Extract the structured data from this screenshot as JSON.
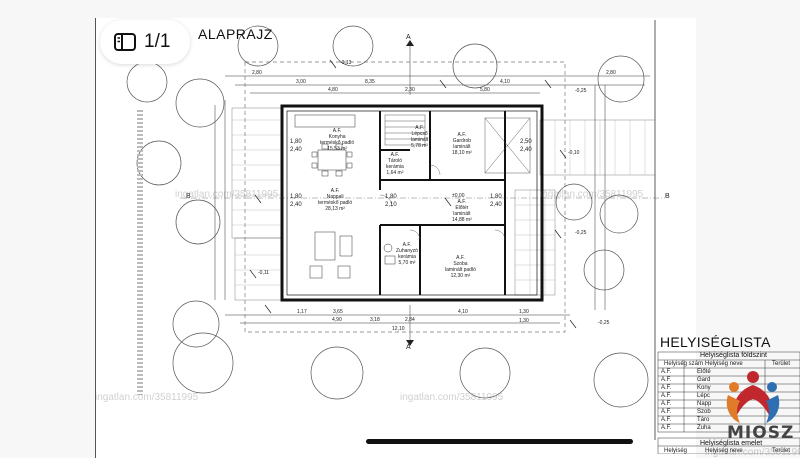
{
  "viewer": {
    "page_indicator": "1/1",
    "page_icon": "page-view-icon"
  },
  "drawing": {
    "title": "ALAPRAJZ",
    "section_marks": [
      "A",
      "A",
      "B",
      "B"
    ],
    "rooms": [
      {
        "code": "A.F.",
        "name": "Konyha\nterméskő padló",
        "area": "15,53 m²"
      },
      {
        "code": "A.F.",
        "name": "Lépcső\nlaminált",
        "area": "5,78 m²"
      },
      {
        "code": "A.F.",
        "name": "Gardrob\nlaminált",
        "area": "18,10 m²"
      },
      {
        "code": "A.F.",
        "name": "Tároló\nkerámia",
        "area": "1,64 m²"
      },
      {
        "code": "A.F.",
        "name": "Nappali\nterméskő padló",
        "area": "28,13 m²"
      },
      {
        "code": "A.F.",
        "name": "Előtér\nlaminált",
        "area": "14,88 m²"
      },
      {
        "code": "A.F.",
        "name": "Zuhanyzó\nkerámia",
        "area": "5,70 m²"
      },
      {
        "code": "A.F.",
        "name": "Szoba\nlaminált padló",
        "area": "12,30 m²"
      }
    ],
    "dimensions_top": [
      "2,80",
      "3,00",
      "4,80",
      "2,30",
      "5,80",
      "4,10",
      "2,80",
      "8,35"
    ],
    "dimensions_bottom": [
      "1,17",
      "3,65",
      "3,18",
      "2,84",
      "4,10",
      "1,30",
      "1,30",
      "12,10",
      "4,90"
    ],
    "door_labels": [
      "1,80\n2,40",
      "1,80\n2,40",
      "1,80\n2,10",
      "1,80\n2,40",
      "2,50\n2,40"
    ],
    "levels": [
      "-0,13",
      "-0,25",
      "-0,10",
      "-0,25",
      "-0,11",
      "-0,25",
      "±0,00"
    ]
  },
  "room_schedule": {
    "heading": "HELYISÉGLISTA",
    "ground_floor_title": "Helyiséglista földszint",
    "upper_floor_title": "Helyiséglista emelet",
    "columns": [
      "Helyiség szám",
      "Helyiség neve",
      "Terület"
    ],
    "rows": [
      {
        "code": "A.F.",
        "name": "Előté"
      },
      {
        "code": "A.F.",
        "name": "Gard"
      },
      {
        "code": "A.F.",
        "name": "Kony"
      },
      {
        "code": "A.F.",
        "name": "Lépc"
      },
      {
        "code": "A.F.",
        "name": "Napp"
      },
      {
        "code": "A.F.",
        "name": "Szob"
      },
      {
        "code": "A.F.",
        "name": "Táro"
      },
      {
        "code": "A.F.",
        "name": "Zuha"
      }
    ],
    "upper_columns": [
      "Helyiség",
      "Helyiség neve",
      "Terület"
    ]
  },
  "logo": {
    "text": "MIOSZ",
    "colors": [
      "#c0282d",
      "#e07b2a",
      "#2d6fb0",
      "#9aa8b5"
    ]
  },
  "watermarks": [
    "ingatlan.com/35811995",
    "ingatlan.com/35811995",
    "ingatlan.com/35811995",
    "ingatlan.com/35811995",
    "ingatlan.com/35811995"
  ]
}
